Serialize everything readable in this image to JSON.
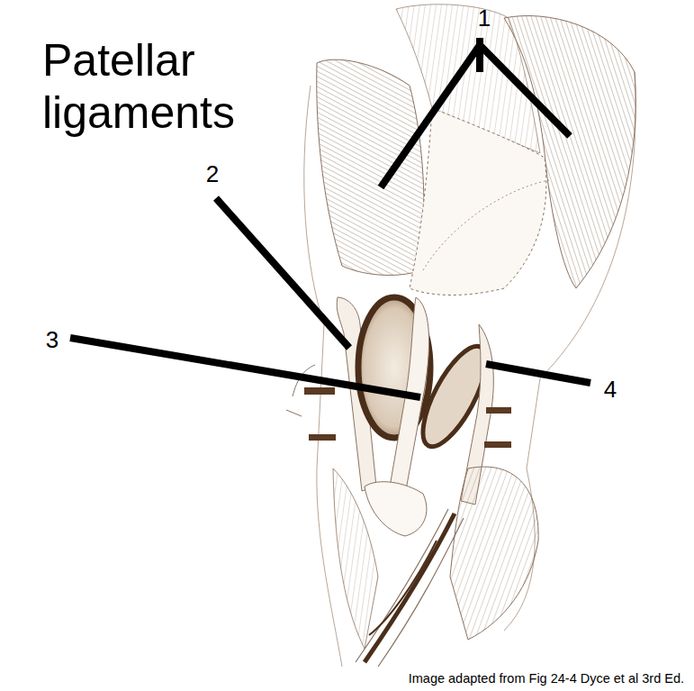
{
  "diagram": {
    "title": "Patellar ligaments",
    "caption": "Image adapted from Fig 24-4 Dyce et al 3rd Ed.",
    "labels": [
      "1",
      "2",
      "3",
      "4"
    ]
  }
}
